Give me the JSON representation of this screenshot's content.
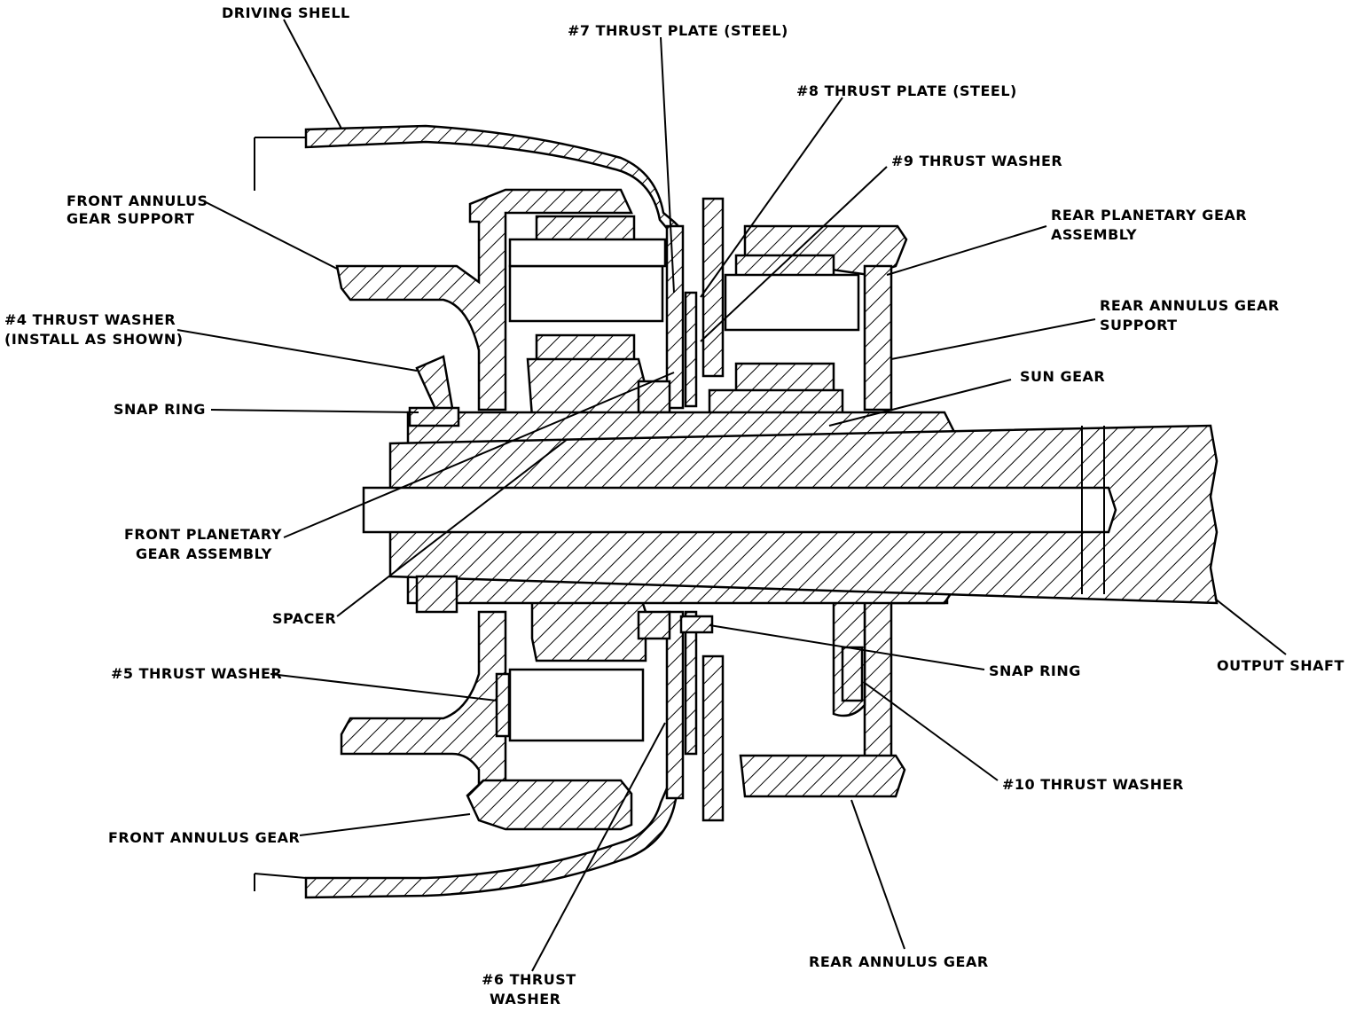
{
  "labels": {
    "driving_shell": "DRIVING SHELL",
    "thrust_plate_7": "#7 THRUST PLATE (STEEL)",
    "thrust_plate_8": "#8 THRUST PLATE (STEEL)",
    "thrust_washer_9": "#9 THRUST WASHER",
    "front_annulus_support_1": "FRONT ANNULUS",
    "front_annulus_support_2": "GEAR SUPPORT",
    "rear_planetary_1": "REAR PLANETARY GEAR",
    "rear_planetary_2": "ASSEMBLY",
    "rear_annulus_support_1": "REAR ANNULUS GEAR",
    "rear_annulus_support_2": "SUPPORT",
    "thrust_washer_4_1": "#4 THRUST WASHER",
    "thrust_washer_4_2": "(INSTALL AS SHOWN)",
    "sun_gear": "SUN GEAR",
    "snap_ring_upper": "SNAP RING",
    "front_planetary_1": "FRONT PLANETARY",
    "front_planetary_2": "GEAR ASSEMBLY",
    "spacer": "SPACER",
    "output_shaft": "OUTPUT SHAFT",
    "thrust_washer_5": "#5 THRUST WASHER",
    "snap_ring_lower": "SNAP RING",
    "thrust_washer_10": "#10 THRUST WASHER",
    "front_annulus_gear": "FRONT ANNULUS GEAR",
    "rear_annulus_gear": "REAR ANNULUS GEAR",
    "thrust_washer_6_1": "#6 THRUST",
    "thrust_washer_6_2": "WASHER"
  }
}
